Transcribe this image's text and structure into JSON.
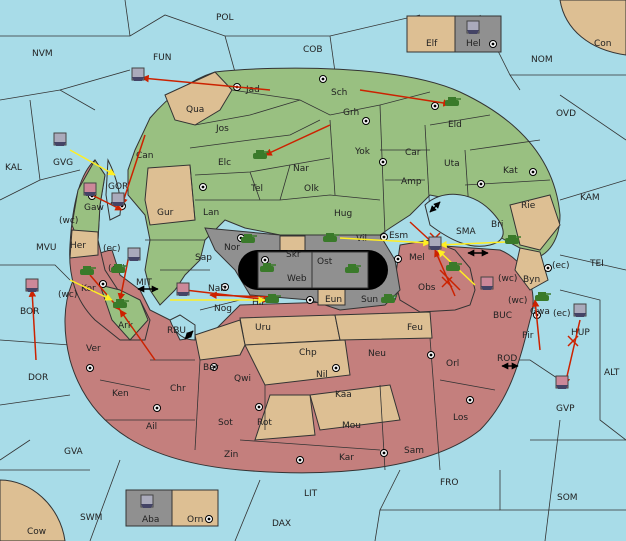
{
  "colors": {
    "sea": "#a8dce8",
    "green": "#99c081",
    "red": "#c47f7d",
    "tan": "#ddbf93",
    "grey": "#909090",
    "arrow": "#cc2200",
    "yellow": "#ffee22",
    "black": "#000000"
  },
  "sea_labels": {
    "pol": "POL",
    "nvm": "NVM",
    "fun": "FUN",
    "cob": "COB",
    "nom": "NOM",
    "con": "Con",
    "ovd": "OVD",
    "kal": "KAL",
    "gvg": "GVG",
    "kam": "KAM",
    "sma": "SMA",
    "tei": "TEI",
    "mvu": "MVU",
    "bor": "BOR",
    "dor": "DOR",
    "mit": "MIT",
    "rbu": "RBU",
    "buc": "BUC",
    "rod": "ROD",
    "alt": "ALT",
    "gvp": "GVP",
    "hup": "HUP",
    "gva": "GVA",
    "fro": "FRO",
    "lit": "LIT",
    "som": "SOM",
    "swm": "SWM",
    "dax": "DAX",
    "cow": "Cow",
    "elf": "Elf",
    "hel": "Hel",
    "aba": "Aba",
    "orn": "Orn"
  },
  "land_labels": {
    "jad": "Jad",
    "qua": "Qua",
    "sch": "Sch",
    "jos": "Jos",
    "grh": "Grh",
    "eld": "Eld",
    "can": "Can",
    "elc": "Elc",
    "nar": "Nar",
    "yok": "Yok",
    "car": "Car",
    "uta": "Uta",
    "kat": "Kat",
    "gor": "GOR",
    "gaw": "Gaw",
    "gur": "Gur",
    "tel": "Tel",
    "olk": "Olk",
    "amp": "Amp",
    "rie": "Rie",
    "lan": "Lan",
    "hug": "Hug",
    "bri": "Bri",
    "her": "Her",
    "nor": "Nor",
    "skr": "Skr",
    "vil": "Vil",
    "esm": "Esm",
    "sap": "Sap",
    "web": "Web",
    "ost": "Ost",
    "mel": "Mel",
    "byn": "Byn",
    "kor": "Kor",
    "nab": "Nab",
    "eun": "Eun",
    "obs": "Obs",
    "hil": "Hil",
    "sun": "Sun",
    "ark": "Ark",
    "nog": "Nog",
    "uru": "Uru",
    "feu": "Feu",
    "pir": "Pir",
    "gwa": "Gwa",
    "ver": "Ver",
    "chp": "Chp",
    "neu": "Neu",
    "bar": "Bar",
    "qwi": "Qwi",
    "nil": "Nil",
    "orl": "Orl",
    "chr": "Chr",
    "ken": "Ken",
    "kaa": "Kaa",
    "ail": "Ail",
    "sot": "Sot",
    "rot": "Rot",
    "mou": "Mou",
    "los": "Los",
    "zin": "Zin",
    "kar": "Kar",
    "sam": "Sam"
  },
  "coast_tags": {
    "wc1": "(wc)",
    "ec1": "(ec)",
    "ec2": "(ec)",
    "wc2": "(wc)",
    "wc3": "(wc)",
    "ec3": "(ec)",
    "wc4": "(wc)",
    "ec4": "(ec)"
  }
}
